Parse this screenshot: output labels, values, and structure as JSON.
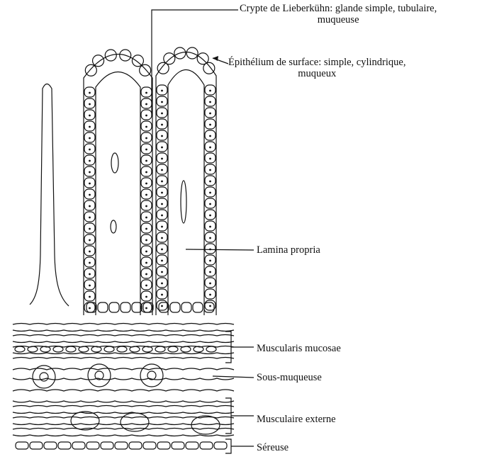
{
  "labels": {
    "crypte": [
      "Crypte de Lieberkühn: glande simple, tubulaire,",
      "muqueuse"
    ],
    "epithelium": [
      "Épithélium de surface: simple, cylindrique,",
      "muqueux"
    ],
    "lamina": "Lamina propria",
    "muscularis_mucosae": "Muscularis mucosae",
    "sous_muqueuse": "Sous-muqueuse",
    "musculaire_externe": "Musculaire externe",
    "sereuse": "Séreuse"
  },
  "colors": {
    "ink": "#111111",
    "background": "#ffffff"
  }
}
